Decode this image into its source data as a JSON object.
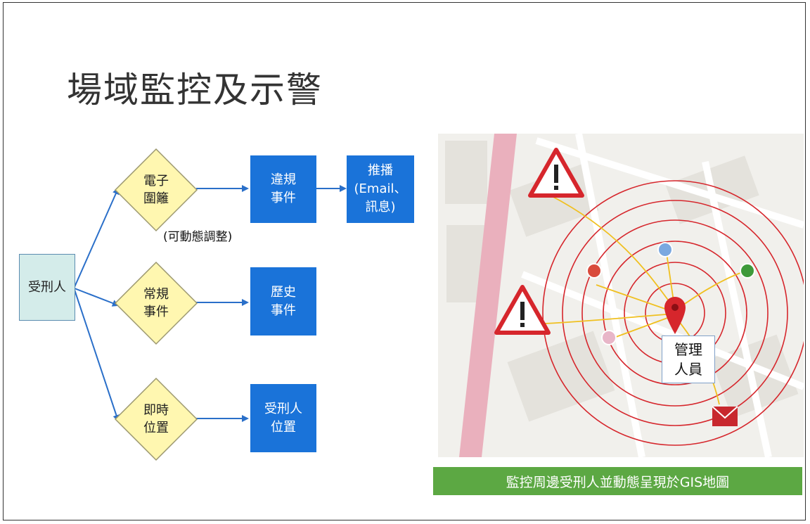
{
  "title": "場域監控及示警",
  "flow": {
    "start": "受刑人",
    "decisions": [
      {
        "line1": "電子",
        "line2": "圍籬"
      },
      {
        "line1": "常規",
        "line2": "事件"
      },
      {
        "line1": "即時",
        "line2": "位置"
      }
    ],
    "note": "(可動態調整)",
    "results": [
      {
        "line1": "違規",
        "line2": "事件"
      },
      {
        "line1": "歷史",
        "line2": "事件"
      },
      {
        "line1": "受刑人",
        "line2": "位置"
      }
    ],
    "push": {
      "line1": "推播",
      "line2": "(Email、",
      "line3": "訊息)"
    }
  },
  "map": {
    "manager": {
      "line1": "管理",
      "line2": "人員"
    },
    "caption": "監控周邊受刑人並動態呈現於GIS地圖",
    "colors": {
      "ring": "#d6262c",
      "arrow": "#f0c020",
      "road": "#e9a8b6",
      "warning": "#d6262c",
      "pin": "#d6262c"
    }
  }
}
